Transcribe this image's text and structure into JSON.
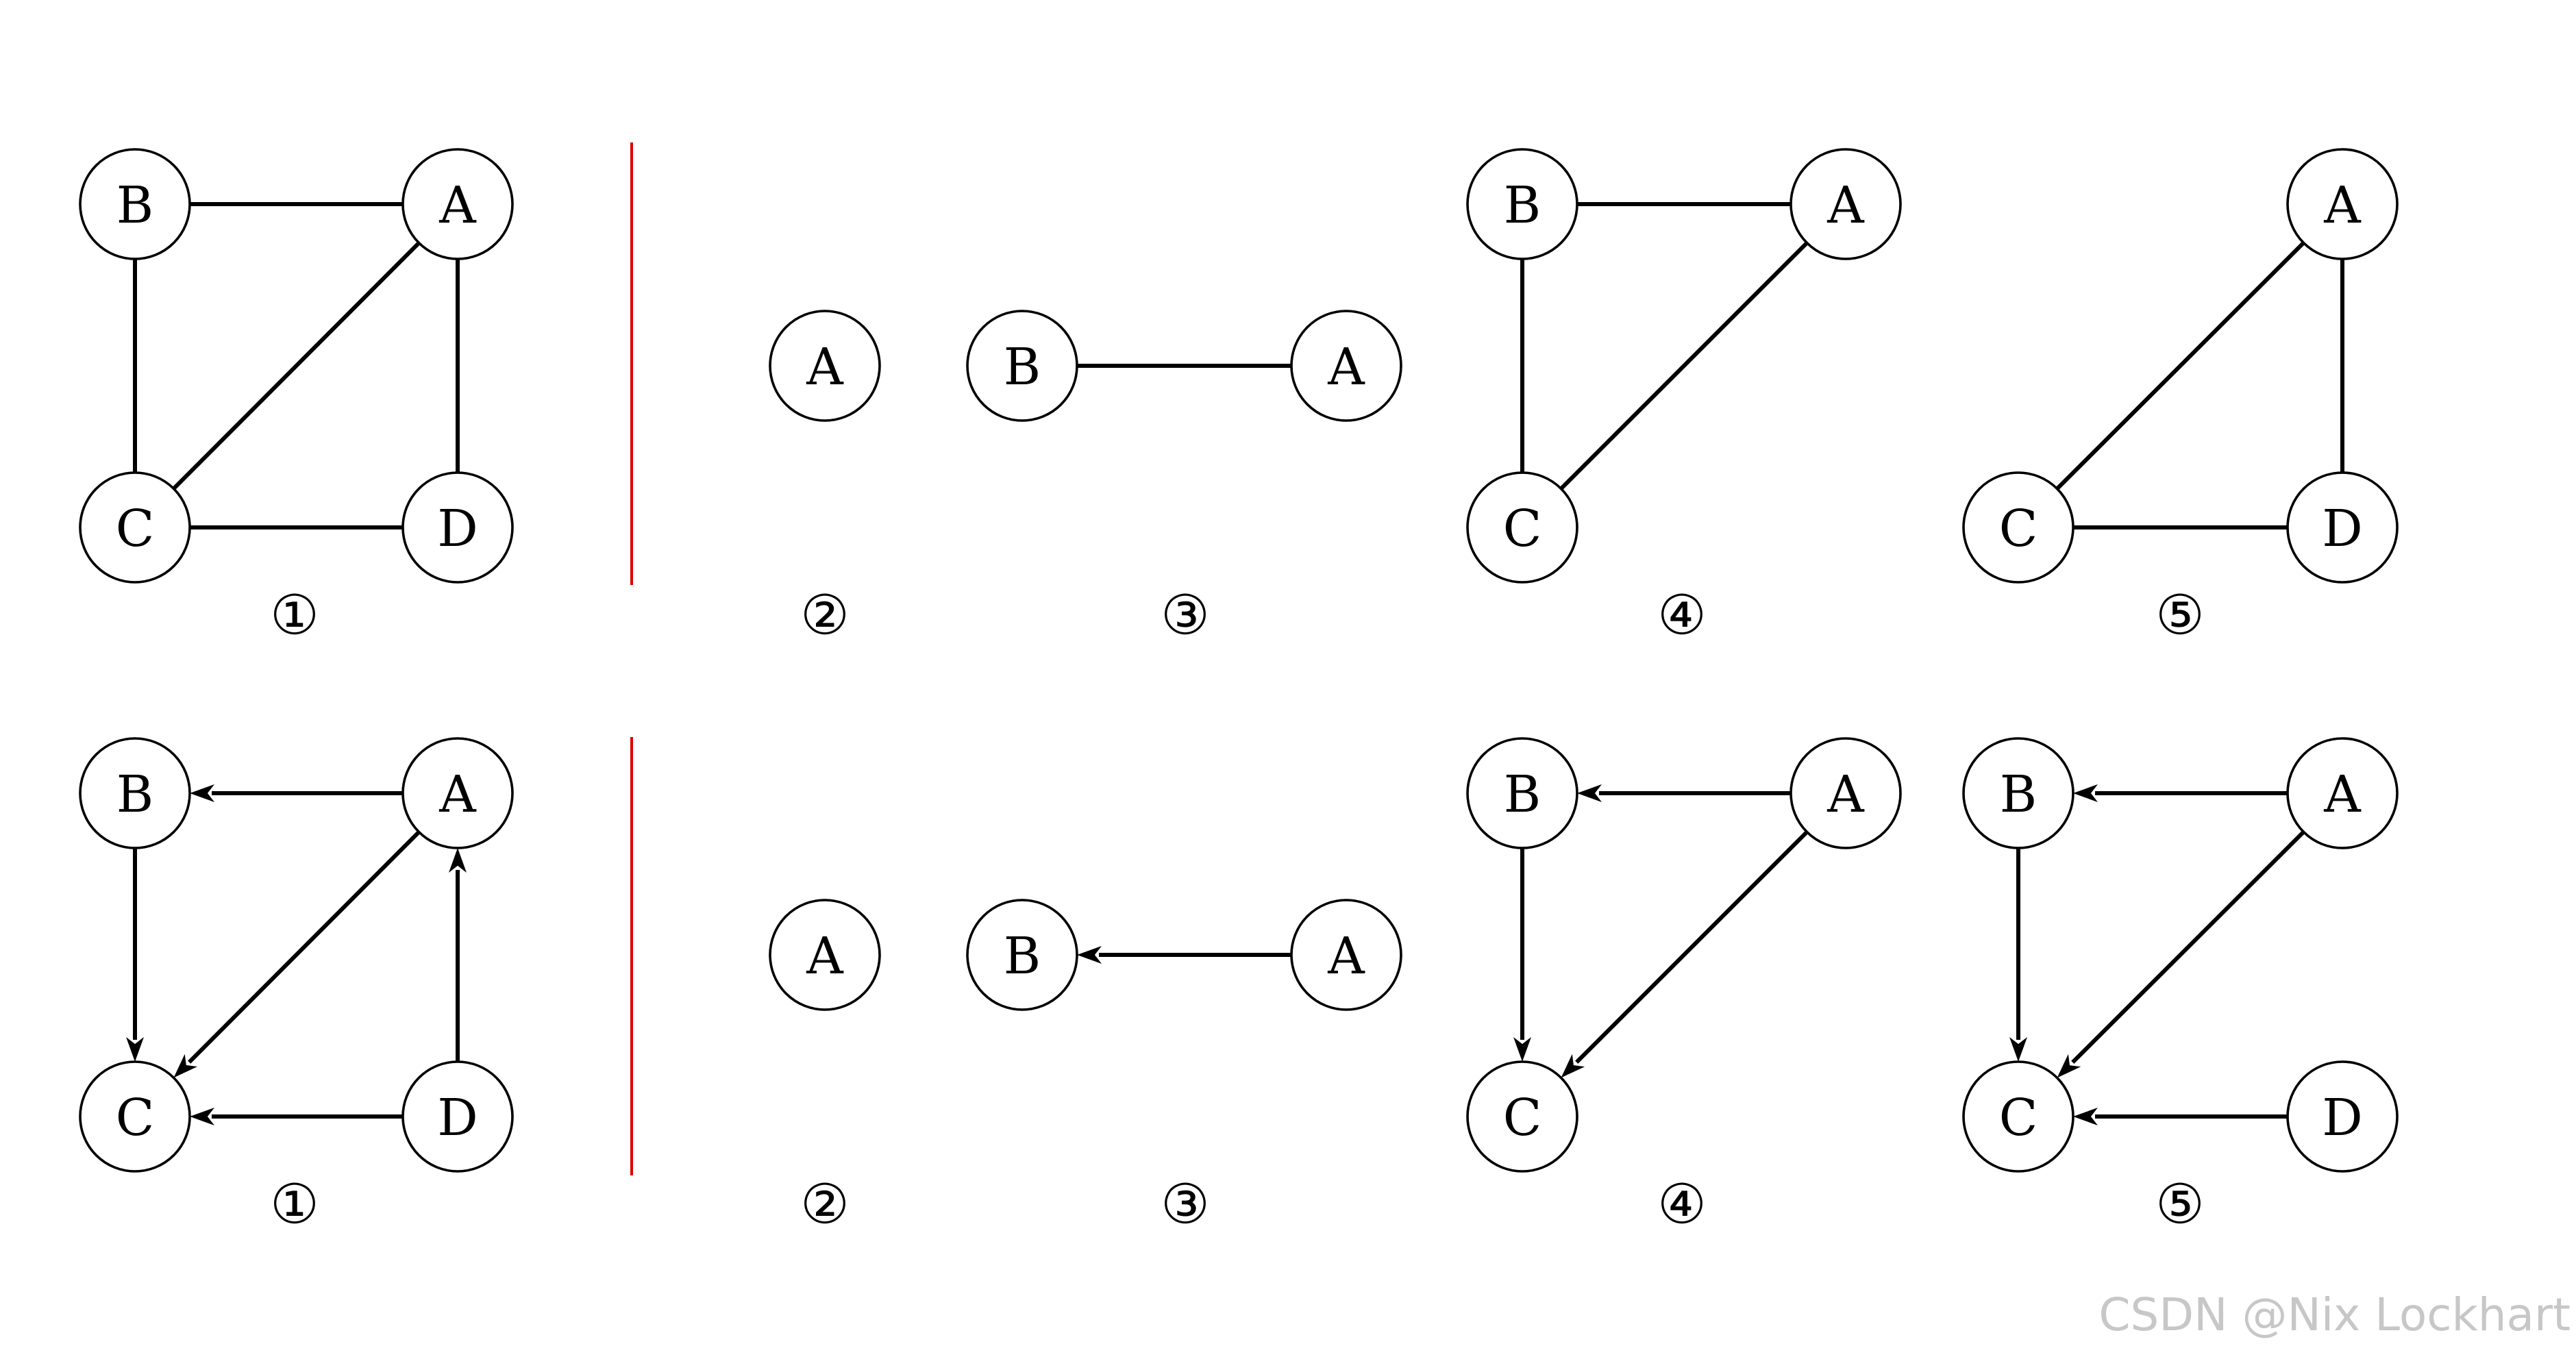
{
  "rows": [
    {
      "directed": false,
      "graphs": [
        {
          "caption": "①",
          "nodes": [
            {
              "id": "B",
              "label": "B"
            },
            {
              "id": "A",
              "label": "A"
            },
            {
              "id": "C",
              "label": "C"
            },
            {
              "id": "D",
              "label": "D"
            }
          ],
          "edges": [
            [
              "B",
              "A"
            ],
            [
              "B",
              "C"
            ],
            [
              "A",
              "C"
            ],
            [
              "A",
              "D"
            ],
            [
              "C",
              "D"
            ]
          ]
        },
        {
          "caption": "②",
          "nodes": [
            {
              "id": "A",
              "label": "A"
            }
          ],
          "edges": []
        },
        {
          "caption": "③",
          "nodes": [
            {
              "id": "B",
              "label": "B"
            },
            {
              "id": "A",
              "label": "A"
            }
          ],
          "edges": [
            [
              "B",
              "A"
            ]
          ]
        },
        {
          "caption": "④",
          "nodes": [
            {
              "id": "B",
              "label": "B"
            },
            {
              "id": "A",
              "label": "A"
            },
            {
              "id": "C",
              "label": "C"
            }
          ],
          "edges": [
            [
              "B",
              "A"
            ],
            [
              "B",
              "C"
            ],
            [
              "A",
              "C"
            ]
          ]
        },
        {
          "caption": "⑤",
          "nodes": [
            {
              "id": "A",
              "label": "A"
            },
            {
              "id": "C",
              "label": "C"
            },
            {
              "id": "D",
              "label": "D"
            }
          ],
          "edges": [
            [
              "A",
              "C"
            ],
            [
              "A",
              "D"
            ],
            [
              "C",
              "D"
            ]
          ]
        }
      ]
    },
    {
      "directed": true,
      "graphs": [
        {
          "caption": "①",
          "nodes": [
            {
              "id": "B",
              "label": "B"
            },
            {
              "id": "A",
              "label": "A"
            },
            {
              "id": "C",
              "label": "C"
            },
            {
              "id": "D",
              "label": "D"
            }
          ],
          "edges": [
            [
              "A",
              "B"
            ],
            [
              "B",
              "C"
            ],
            [
              "A",
              "C"
            ],
            [
              "D",
              "A"
            ],
            [
              "D",
              "C"
            ]
          ]
        },
        {
          "caption": "②",
          "nodes": [
            {
              "id": "A",
              "label": "A"
            }
          ],
          "edges": []
        },
        {
          "caption": "③",
          "nodes": [
            {
              "id": "B",
              "label": "B"
            },
            {
              "id": "A",
              "label": "A"
            }
          ],
          "edges": [
            [
              "A",
              "B"
            ]
          ]
        },
        {
          "caption": "④",
          "nodes": [
            {
              "id": "B",
              "label": "B"
            },
            {
              "id": "A",
              "label": "A"
            },
            {
              "id": "C",
              "label": "C"
            }
          ],
          "edges": [
            [
              "A",
              "B"
            ],
            [
              "B",
              "C"
            ],
            [
              "A",
              "C"
            ]
          ]
        },
        {
          "caption": "⑤",
          "nodes": [
            {
              "id": "B",
              "label": "B"
            },
            {
              "id": "A",
              "label": "A"
            },
            {
              "id": "C",
              "label": "C"
            },
            {
              "id": "D",
              "label": "D"
            }
          ],
          "edges": [
            [
              "A",
              "B"
            ],
            [
              "B",
              "C"
            ],
            [
              "A",
              "C"
            ],
            [
              "D",
              "C"
            ]
          ]
        }
      ]
    }
  ],
  "colors": {
    "separator": "#dd0000",
    "ink": "#000000",
    "watermark": "#c7c7c7"
  },
  "watermark": "CSDN @Nix Lockhart"
}
